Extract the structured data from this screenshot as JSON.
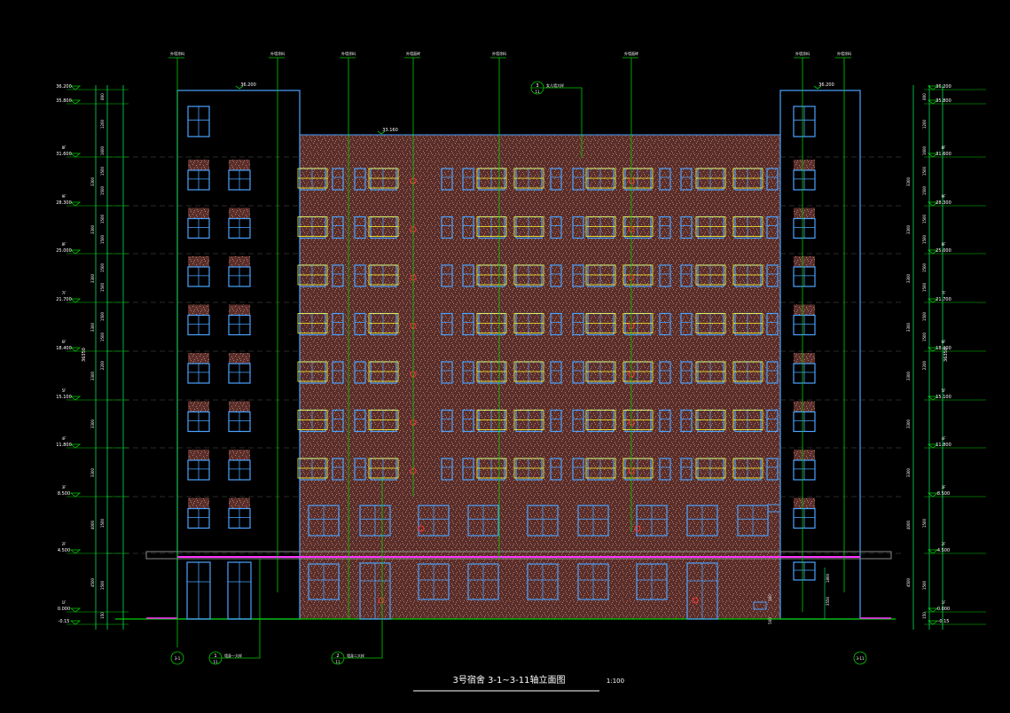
{
  "drawing": {
    "title": "3号宿舍   3-1~3-11轴立面图",
    "scale": "1:100",
    "colors": {
      "background": "#000000",
      "structure": "#4aa3ff",
      "leader": "#00cc00",
      "dimension": "#00ff66",
      "facade_fill": "#5a2e2a",
      "balcony": "#ffff33",
      "band": "#ff33ff",
      "accent": "#ff3333",
      "text": "#ffffff"
    },
    "top_notes": [
      "外墙涂料",
      "外墙涂料",
      "外墙涂料",
      "外墙面砖",
      "外墙涂料",
      "外墙面砖",
      "外墙涂料",
      "外墙涂料"
    ],
    "top_level_labels": {
      "left": "36.200",
      "right": "36.200",
      "center": "33.160"
    },
    "left_elevations": [
      {
        "floor": "",
        "level": "36.200"
      },
      {
        "floor": "",
        "level": "35.800"
      },
      {
        "floor": "8F",
        "level": "31.600"
      },
      {
        "floor": "9F",
        "level": "28.300"
      },
      {
        "floor": "8F",
        "level": "25.000"
      },
      {
        "floor": "7F",
        "level": "21.700"
      },
      {
        "floor": "6F",
        "level": "18.400"
      },
      {
        "floor": "5F",
        "level": "15.100"
      },
      {
        "floor": "4F",
        "level": "11.800"
      },
      {
        "floor": "3F",
        "level": "8.500"
      },
      {
        "floor": "2F",
        "level": "4.500"
      },
      {
        "floor": "1F",
        "level": "0.000"
      },
      {
        "floor": "",
        "level": "-0.15"
      }
    ],
    "right_elevations": [
      {
        "floor": "",
        "level": "36.200"
      },
      {
        "floor": "",
        "level": "35.800"
      },
      {
        "floor": "8F",
        "level": "31.600"
      },
      {
        "floor": "9F",
        "level": "28.300"
      },
      {
        "floor": "8F",
        "level": "25.000"
      },
      {
        "floor": "7F",
        "level": "21.700"
      },
      {
        "floor": "6F",
        "level": "18.400"
      },
      {
        "floor": "5F",
        "level": "15.100"
      },
      {
        "floor": "4F",
        "level": "11.800"
      },
      {
        "floor": "3F",
        "level": "8.500"
      },
      {
        "floor": "2F",
        "level": "4.500"
      },
      {
        "floor": "1F",
        "level": "0.000"
      },
      {
        "floor": "",
        "level": "-0.15"
      }
    ],
    "dim_inner": [
      "800",
      "1200",
      "1600",
      "1500",
      "1500",
      "1500",
      "1500",
      "1500",
      "1500",
      "1500",
      "1500",
      "2200",
      "1500",
      "1500",
      "150"
    ],
    "dim_outer": [
      "3300",
      "3300",
      "3300",
      "3300",
      "3300",
      "3300",
      "3300",
      "4000",
      "4500"
    ],
    "total_height": "36350",
    "axis_labels": [
      "3-1",
      "3-11"
    ],
    "detail_callouts": [
      {
        "number": "1",
        "sheet": "11",
        "note": "墙身一大样"
      },
      {
        "number": "2",
        "sheet": "11",
        "note": "墙身二大样"
      },
      {
        "number": "3",
        "sheet": "11",
        "note": "女儿墙大样"
      }
    ],
    "small_dims": [
      "1800",
      "3550",
      "300",
      "300",
      "500"
    ]
  }
}
